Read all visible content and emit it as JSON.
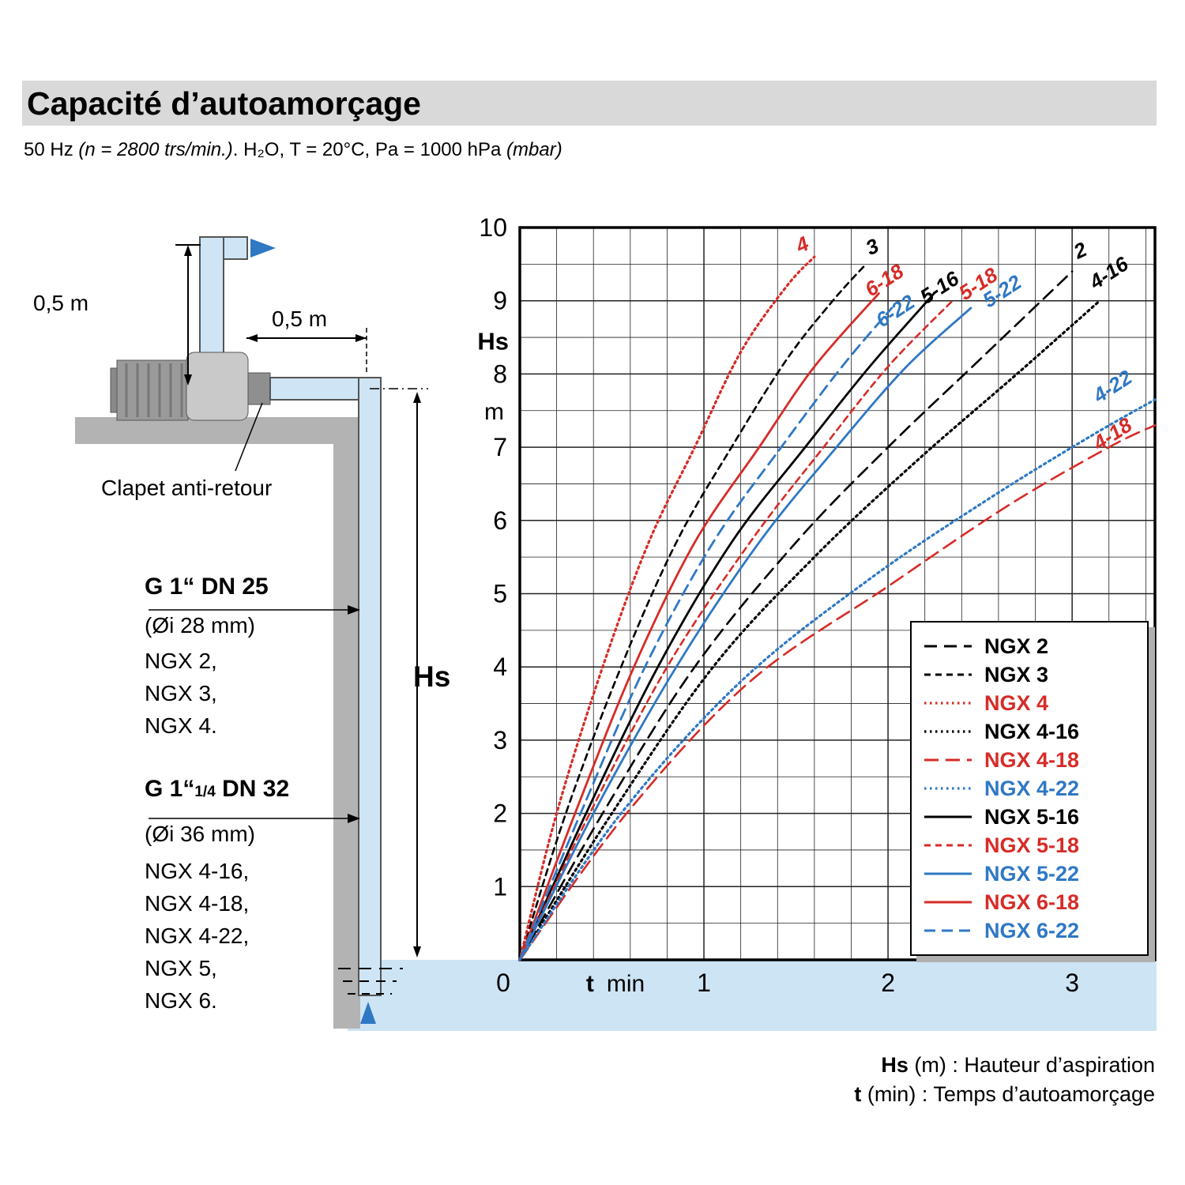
{
  "page": {
    "title": "Capacité d’autoamorçage",
    "subtitle": {
      "part1": "50 Hz ",
      "part2_italic": "(n = 2800 trs/min.)",
      "part3": ". H₂O, T = 20°C, Pa = 1000 hPa ",
      "part4_italic": "(mbar)"
    },
    "footnote1_bold": "Hs",
    "footnote1_rest": " (m) : Hauteur d’aspiration",
    "footnote2_bold": "t",
    "footnote2_rest": " (min) : Temps d’autoamorçage"
  },
  "diagram": {
    "dim_vertical": "0,5 m",
    "dim_horizontal": "0,5 m",
    "check_valve_label": "Clapet anti-retour",
    "hs_label": "Hs",
    "port1": {
      "title": "G 1“  DN 25",
      "diameter": "(Øi 28 mm)",
      "models": [
        "NGX 2,",
        "NGX 3,",
        "NGX 4."
      ]
    },
    "port2": {
      "title_pre": "G 1“",
      "title_frac": "1/4",
      "title_rest": "  DN 32",
      "diameter": "(Øi 36 mm)",
      "models": [
        "NGX 4-16,",
        "NGX 4-18,",
        "NGX 4-22,",
        "NGX 5,",
        "NGX 6."
      ]
    }
  },
  "chart_data": {
    "type": "line",
    "title": "",
    "xlabel": "t min",
    "ylabel": "Hs m",
    "xlim": [
      0,
      3.45
    ],
    "ylim": [
      0,
      10
    ],
    "x_ticks": [
      0,
      1,
      2,
      3
    ],
    "y_ticks": [
      1,
      2,
      3,
      4,
      5,
      6,
      7,
      8,
      9,
      10
    ],
    "grid": {
      "x_step": 0.2,
      "y_step": 0.5
    },
    "legend_position": "lower right",
    "colors": {
      "black": "#000000",
      "red": "#d62c27",
      "blue": "#2f78c4",
      "water": "#cde4f4"
    },
    "series": [
      {
        "name": "NGX 2",
        "label": "2",
        "color": "#000000",
        "dash": "16,9",
        "width": 2.6,
        "points": [
          [
            0,
            0
          ],
          [
            0.45,
            2
          ],
          [
            0.95,
            4
          ],
          [
            1.5,
            5.7
          ],
          [
            2.0,
            7
          ],
          [
            2.5,
            8.2
          ],
          [
            3.0,
            9.4
          ]
        ],
        "label_pos": {
          "t": 3.06,
          "hs": 9.6
        }
      },
      {
        "name": "NGX 3",
        "label": "3",
        "color": "#000000",
        "dash": "8,6",
        "width": 2.6,
        "points": [
          [
            0,
            0
          ],
          [
            0.25,
            2
          ],
          [
            0.55,
            4
          ],
          [
            0.85,
            5.7
          ],
          [
            1.15,
            7
          ],
          [
            1.45,
            8.2
          ],
          [
            1.7,
            9.0
          ],
          [
            1.88,
            9.5
          ]
        ],
        "label_pos": {
          "t": 1.93,
          "hs": 9.65
        }
      },
      {
        "name": "NGX 4",
        "label": "4",
        "color": "#d62c27",
        "dash": "2.5,4.5",
        "width": 3.2,
        "points": [
          [
            0,
            0
          ],
          [
            0.2,
            2
          ],
          [
            0.45,
            4
          ],
          [
            0.7,
            5.7
          ],
          [
            0.95,
            7
          ],
          [
            1.2,
            8.3
          ],
          [
            1.45,
            9.2
          ],
          [
            1.6,
            9.6
          ]
        ],
        "label_pos": {
          "t": 1.55,
          "hs": 9.68
        }
      },
      {
        "name": "NGX 4-16",
        "label": "4-16",
        "color": "#000000",
        "dash": "2.5,4.5",
        "width": 3.2,
        "points": [
          [
            0,
            0
          ],
          [
            0.5,
            2
          ],
          [
            1.05,
            4
          ],
          [
            1.6,
            5.5
          ],
          [
            2.15,
            6.8
          ],
          [
            2.7,
            8.0
          ],
          [
            3.15,
            9.0
          ]
        ],
        "label_pos": {
          "t": 3.22,
          "hs": 9.3
        }
      },
      {
        "name": "NGX 4-18",
        "label": "4-18",
        "color": "#d62c27",
        "dash": "18,9",
        "width": 2.6,
        "points": [
          [
            0,
            0
          ],
          [
            0.58,
            2
          ],
          [
            1.25,
            3.8
          ],
          [
            2.0,
            5.1
          ],
          [
            2.65,
            6.2
          ],
          [
            3.2,
            7.0
          ],
          [
            3.45,
            7.3
          ]
        ],
        "label_pos": {
          "t": 3.24,
          "hs": 7.1
        }
      },
      {
        "name": "NGX 4-22",
        "label": "4-22",
        "color": "#2f78c4",
        "dash": "2.5,4.5",
        "width": 3.2,
        "points": [
          [
            0,
            0
          ],
          [
            0.55,
            2
          ],
          [
            1.2,
            3.8
          ],
          [
            1.9,
            5.2
          ],
          [
            2.55,
            6.3
          ],
          [
            3.1,
            7.15
          ],
          [
            3.45,
            7.65
          ]
        ],
        "label_pos": {
          "t": 3.24,
          "hs": 7.75
        }
      },
      {
        "name": "NGX 5-16",
        "label": "5-16",
        "color": "#000000",
        "dash": null,
        "width": 2.8,
        "points": [
          [
            0,
            0
          ],
          [
            0.36,
            2
          ],
          [
            0.75,
            4
          ],
          [
            1.15,
            5.7
          ],
          [
            1.55,
            7
          ],
          [
            1.9,
            8.1
          ],
          [
            2.25,
            9.1
          ]
        ],
        "label_pos": {
          "t": 2.3,
          "hs": 9.1
        }
      },
      {
        "name": "NGX 5-18",
        "label": "5-18",
        "color": "#d62c27",
        "dash": "8,6",
        "width": 2.6,
        "points": [
          [
            0,
            0
          ],
          [
            0.38,
            2
          ],
          [
            0.8,
            4
          ],
          [
            1.25,
            5.7
          ],
          [
            1.65,
            7
          ],
          [
            2.0,
            8.1
          ],
          [
            2.35,
            9.0
          ]
        ],
        "label_pos": {
          "t": 2.51,
          "hs": 9.15
        }
      },
      {
        "name": "NGX 5-22",
        "label": "5-22",
        "color": "#2f78c4",
        "dash": null,
        "width": 2.8,
        "points": [
          [
            0,
            0
          ],
          [
            0.4,
            2
          ],
          [
            0.85,
            4
          ],
          [
            1.3,
            5.7
          ],
          [
            1.72,
            7
          ],
          [
            2.1,
            8.1
          ],
          [
            2.45,
            8.9
          ]
        ],
        "label_pos": {
          "t": 2.64,
          "hs": 9.05
        }
      },
      {
        "name": "NGX 6-18",
        "label": "6-18",
        "color": "#d62c27",
        "dash": null,
        "width": 2.8,
        "points": [
          [
            0,
            0
          ],
          [
            0.3,
            2
          ],
          [
            0.62,
            4
          ],
          [
            0.95,
            5.7
          ],
          [
            1.3,
            7
          ],
          [
            1.6,
            8.1
          ],
          [
            1.95,
            9.1
          ]
        ],
        "label_pos": {
          "t": 2.0,
          "hs": 9.2
        }
      },
      {
        "name": "NGX 6-22",
        "label": "6-22",
        "color": "#2f78c4",
        "dash": "14,8",
        "width": 2.8,
        "points": [
          [
            0,
            0
          ],
          [
            0.33,
            2
          ],
          [
            0.68,
            4
          ],
          [
            1.05,
            5.7
          ],
          [
            1.42,
            7
          ],
          [
            1.75,
            8.1
          ],
          [
            2.02,
            8.9
          ]
        ],
        "label_pos": {
          "t": 2.06,
          "hs": 8.78
        }
      }
    ]
  }
}
